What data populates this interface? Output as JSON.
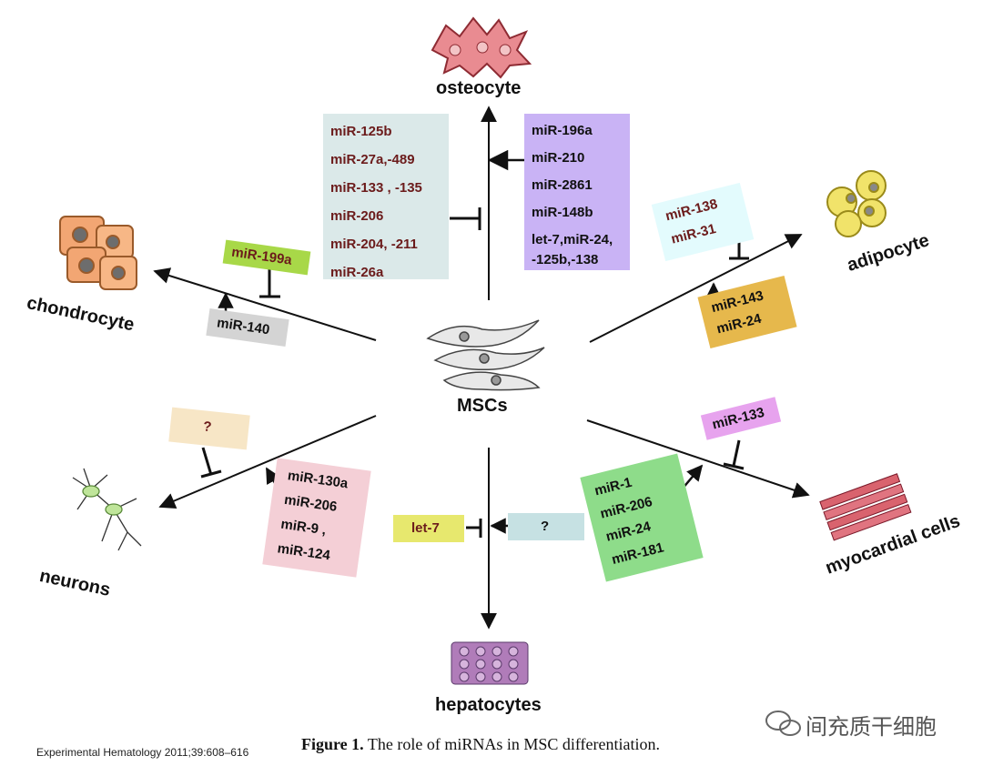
{
  "cells": {
    "osteocyte": "osteocyte",
    "adipocyte": "adipocyte",
    "chondrocyte": "chondrocyte",
    "mscs": "MSCs",
    "neurons": "neurons",
    "myocardial": "myocardial cells",
    "hepatocytes": "hepatocytes"
  },
  "boxes": {
    "osteo_inhibit": [
      "miR-125b",
      "miR-27a,-489",
      "miR-133 , -135",
      "miR-206",
      "miR-204, -211",
      "miR-26a"
    ],
    "osteo_promote": [
      "miR-196a",
      "miR-210",
      "miR-2861",
      "miR-148b",
      "let-7,miR-24,",
      "-125b,-138"
    ],
    "adipo_inhibit": [
      "miR-138",
      "miR-31"
    ],
    "adipo_promote": [
      "miR-143",
      "miR-24"
    ],
    "chondro_inhibit": "miR-199a",
    "chondro_promote": "miR-140",
    "neuron_inhibit": "?",
    "neuron_promote": [
      "miR-130a",
      "miR-206",
      "miR-9 ,",
      "miR-124"
    ],
    "myo_inhibit": "miR-133",
    "myo_promote": [
      "miR-1",
      "miR-206",
      "miR-24",
      "miR-181"
    ],
    "hepato_inhibit": "let-7",
    "hepato_promote": "?"
  },
  "caption": {
    "label": "Figure 1.",
    "text": "The role of miRNAs in MSC differentiation."
  },
  "citation": "Experimental Hematology 2011;39:608–616",
  "watermark": "间充质干细胞",
  "colors": {
    "osteo_inhibit": "#dbe9e9",
    "osteo_promote": "#c9b3f5",
    "adipo_inhibit": "#e3fbfd",
    "adipo_promote": "#e6b84c",
    "chondro_inhibit": "#a8d848",
    "chondro_promote": "#d4d4d4",
    "neuron_inhibit": "#f7e6c6",
    "neuron_promote": "#f4cfd6",
    "myo_inhibit": "#e7a3ee",
    "myo_promote": "#8edc8a",
    "hepato_inhibit": "#e7e86e",
    "hepato_promote": "#c6e1e3",
    "dark_red_text": "#6b1b1b"
  }
}
